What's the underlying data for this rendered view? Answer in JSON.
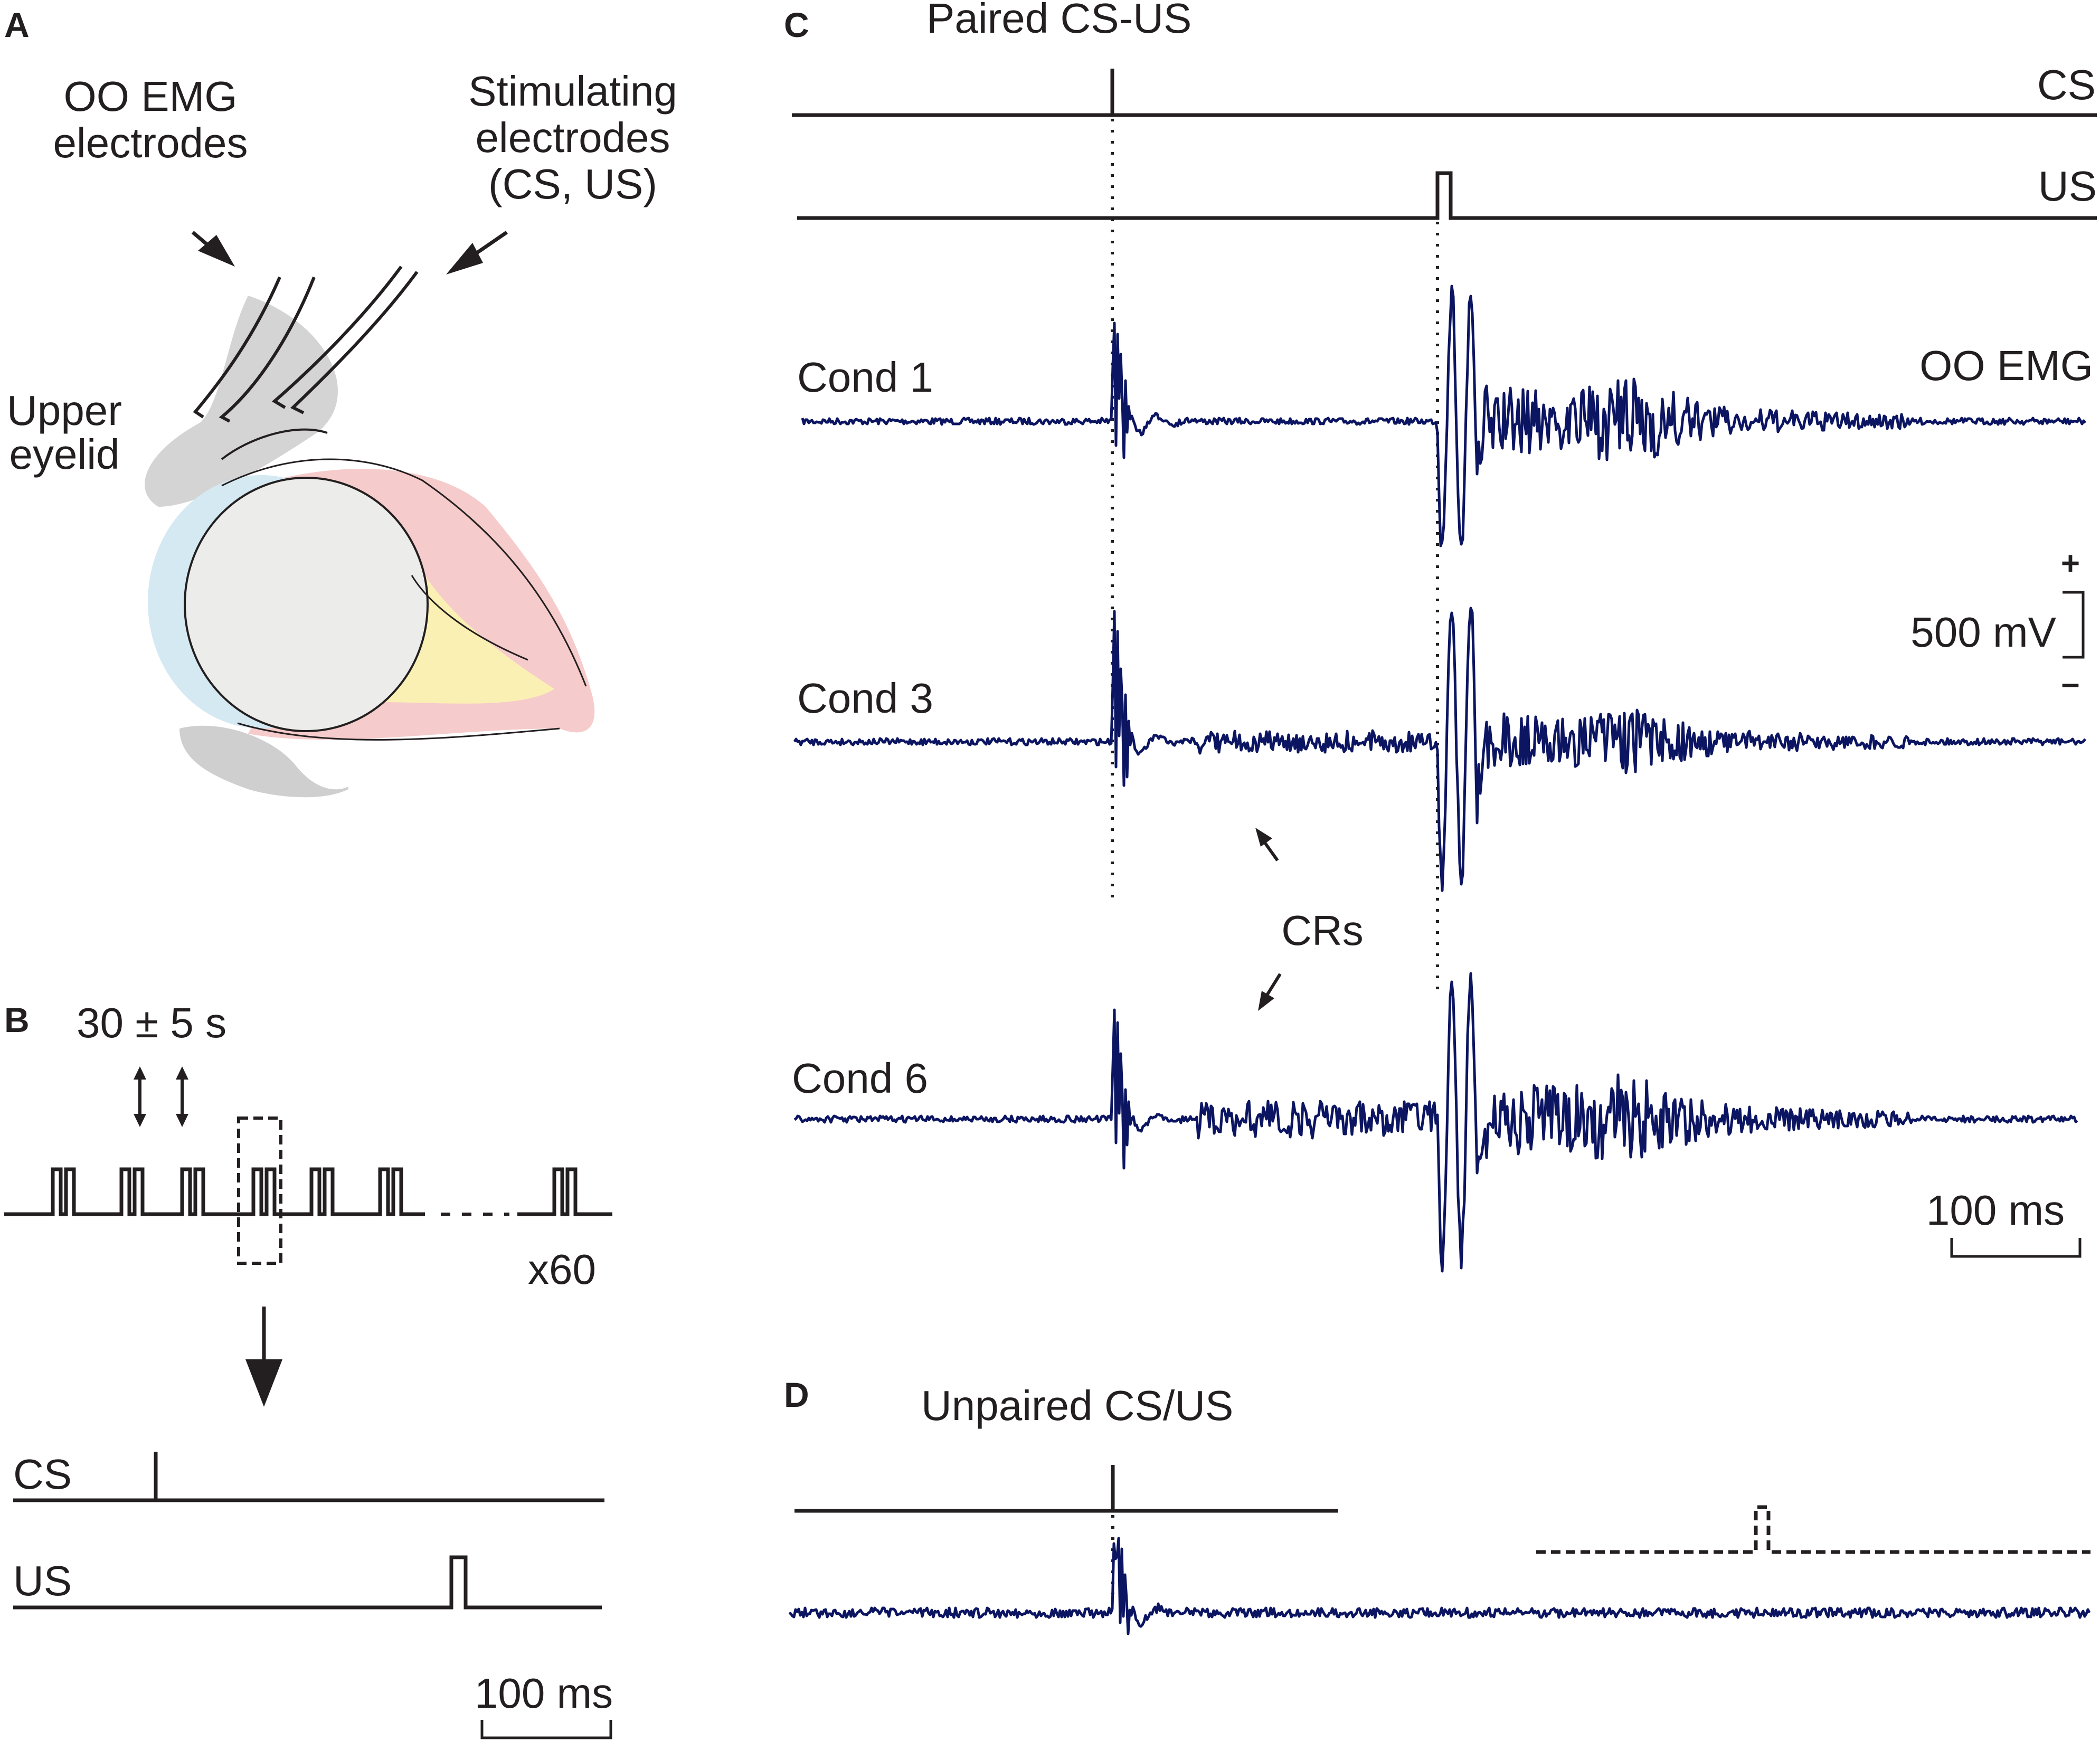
{
  "panels": {
    "A": {
      "letter": "A",
      "labels": {
        "oo_emg_electrodes_line1": "OO EMG",
        "oo_emg_electrodes_line2": "electrodes",
        "stim_line1": "Stimulating",
        "stim_line2": "electrodes",
        "stim_line3": "(CS, US)",
        "upper_eyelid_line1": "Upper",
        "upper_eyelid_line2": "eyelid"
      },
      "colors": {
        "eyeball": "#ececea",
        "cornea": "#d4e9f2",
        "muscle": "#f3b9b9",
        "retractor": "#fbf0b4",
        "lid": "#cfcfcf"
      }
    },
    "B": {
      "letter": "B",
      "interval_label": "30 ± 5 s",
      "repeat_label": "x60",
      "cs_label": "CS",
      "us_label": "US",
      "scale_label": "100 ms"
    },
    "C": {
      "letter": "C",
      "title": "Paired CS-US",
      "cs_label": "CS",
      "us_label": "US",
      "emg_label": "OO EMG",
      "trace_labels": [
        "Cond 1",
        "Cond 3",
        "Cond 6"
      ],
      "cr_label": "CRs",
      "amplitude_scale": "500 mV",
      "plus": "+",
      "minus": "–",
      "time_scale": "100 ms"
    },
    "D": {
      "letter": "D",
      "title": "Unpaired CS/US"
    },
    "colors": {
      "trace": "#0c1561",
      "ink": "#231f20"
    }
  }
}
